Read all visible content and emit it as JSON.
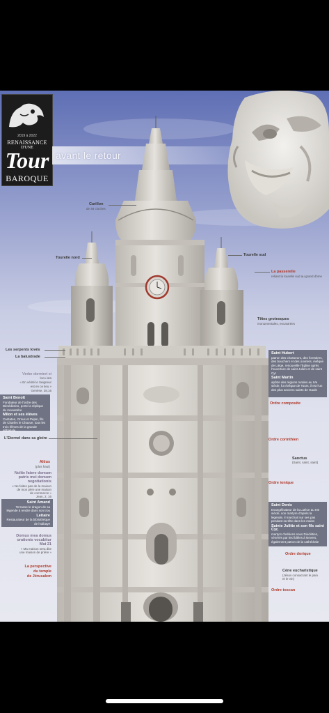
{
  "logo": {
    "dates": "2019 à 2022",
    "line1": "RENAISSANCE",
    "line2": "D'UNE",
    "tour": "Tour",
    "baroque": "BAROQUE"
  },
  "tagline": "avant le retour",
  "labels": {
    "carillon": "Carillon",
    "carillon_sub": "de 48 cloches",
    "tourelle_nord": "Tourelle nord",
    "tourelle_sud": "Tourelle sud",
    "passerelle": "La passerelle",
    "passerelle_sub": "reliant la tourelle sud au grand dôme",
    "tetes": "Têtes grotesques",
    "tetes_sub": "monumentales, encastrées",
    "serpents": "Les serpents lovés",
    "balustrade": "La balustrade",
    "verbe": "Verbe dormiret ei",
    "verbe_sub": "loco ista",
    "verbe_sub2": "« En vérité le Seigneur",
    "verbe_sub3": "est en ce lieu »",
    "verbe_sub4": "Genèse, 28,16",
    "eternel": "L'Eternel dans sa gloire",
    "ordre_composite": "Ordre composite",
    "ordre_corinthien": "Ordre corinthien",
    "sanctus": "Sanctus",
    "sanctus_sub": "(Saint, saint, saint)",
    "ordre_ionique": "Ordre ionique",
    "altius": "Altius",
    "altius_sub": "(plus haut)",
    "nolite": "Nolite fatere domum",
    "nolite_2": "patris mei domum",
    "nolite_3": "negotiationis",
    "nolite_sub": "« Ne faites pas de la maison",
    "nolite_sub2": "de mon père une maison",
    "nolite_sub3": "de commerce »",
    "nolite_sub4": "Jean, 2, 16",
    "domus": "Domus mea domus",
    "domus_2": "orationis vocabitur",
    "domus_3": "Mat 21",
    "domus_sub": "« Ma maison sera dite",
    "domus_sub2": "une maison de prière »",
    "ordre_dorique": "Ordre dorique",
    "cene": "Cène eucharistique",
    "cene_sub": "(Jésus consacrant le pain",
    "cene_sub2": "et le vin)",
    "perspective": "La perspective",
    "perspective_2": "du temple",
    "perspective_3": "de Jérusalem",
    "ordre_toscan": "Ordre toscan"
  },
  "boxes": {
    "hubert": {
      "title": "Saint Hubert",
      "text": "patron des chasseurs, des forestiers, des bouchers et des ouvriers, évêque de Liège, renouvelle l'Eglise après l'ouverture de saint Julien et de saint Cyr",
      "title2": "Saint Martin",
      "text2": "apôtre des régions rurales au IVe siècle, fut évêque de Tours, il est l'un des plus anciens saints de Gaule"
    },
    "benoit": {
      "title": "Saint Benoît",
      "text": "Fondateur de l'ordre des Bénédictins, porte la réplique du monastère",
      "title2": "Milon et ses élèves",
      "text2": "Caritaten, Orsus et Pépin, fils de Charles le Chauve, tous les trois élèves de la grande abbatiale"
    },
    "amand": {
      "title": "Saint Amand",
      "text": "Terrasse le dragon de sa légende à rendre dans son trou",
      "title2": "Leitaire",
      "text2": "Restaurateur de la bibliothèque de l'abbaye"
    },
    "denis": {
      "title": "Saint Denis",
      "text": "Evangélisateur de la Lutèce au IIIe siècle, son martyre d'après la légende, il marchait sur ses pas pendant sa tête dans les mains",
      "title2": "Sainte Julitte et son fils saint Cyr,",
      "text2": "martyrs chrétiens sous Dioclétien, vénérés par les fidèles à Nevers, également patron de la cathédrale"
    }
  },
  "colors": {
    "sky_top": "#5f6fb4",
    "sky_bottom": "#e7e8f0",
    "stone": "#d9d6d0",
    "info_box": "#6f7384",
    "accent_red": "#b03a2a"
  }
}
